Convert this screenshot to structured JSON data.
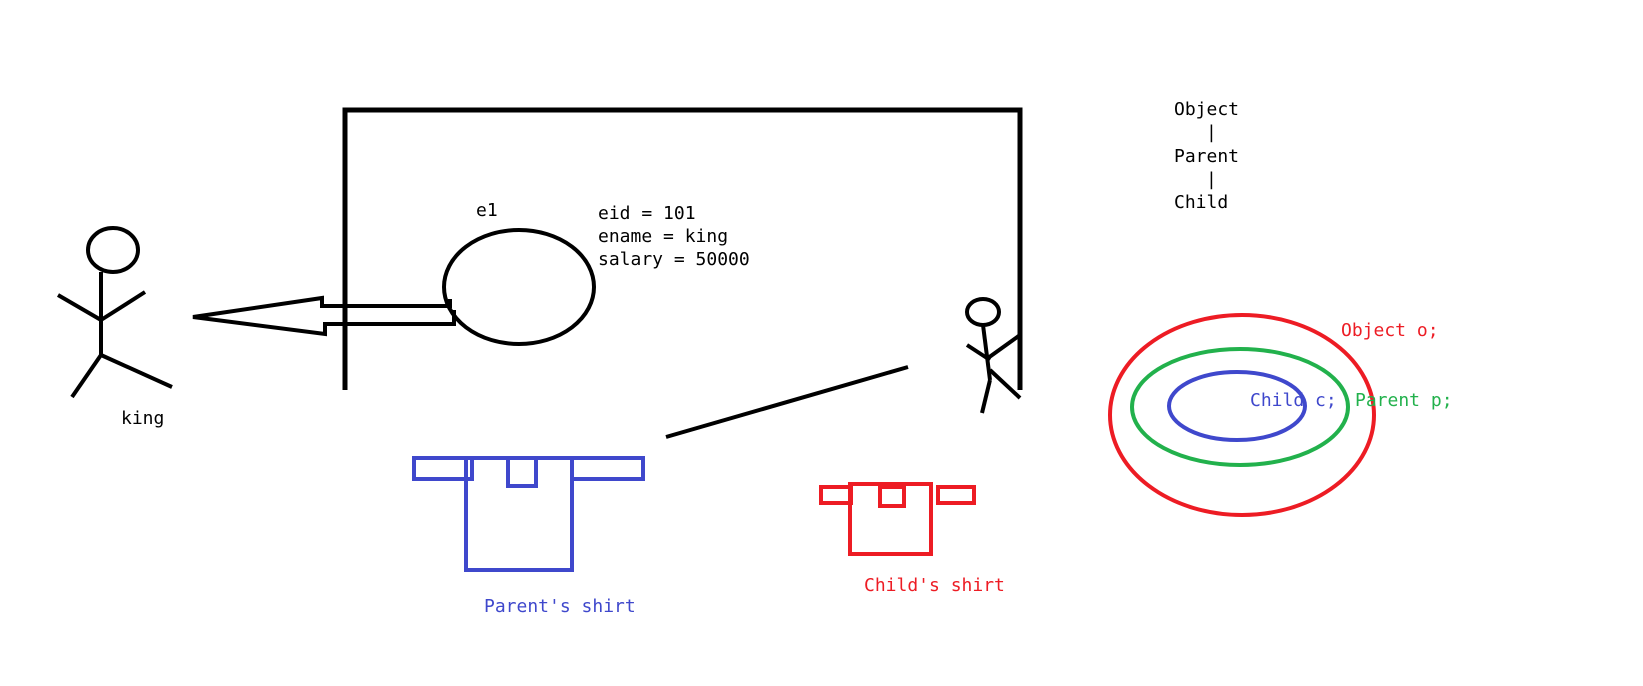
{
  "labels": {
    "king": "king",
    "e1": "e1",
    "eid": "eid = 101",
    "ename": "ename = king",
    "salary": "salary = 50000",
    "parent_shirt": "Parent's shirt",
    "child_shirt": "Child's shirt"
  },
  "hierarchy": {
    "object": "Object",
    "parent": "Parent",
    "child": "Child",
    "connector": "|"
  },
  "scopes": {
    "object_ref": "Object o;",
    "parent_ref": "Parent p;",
    "child_ref": "Child c;"
  },
  "colors": {
    "ink": "#000000",
    "blue": "#3f48cc",
    "red": "#ed1c24",
    "green": "#22b14c"
  }
}
